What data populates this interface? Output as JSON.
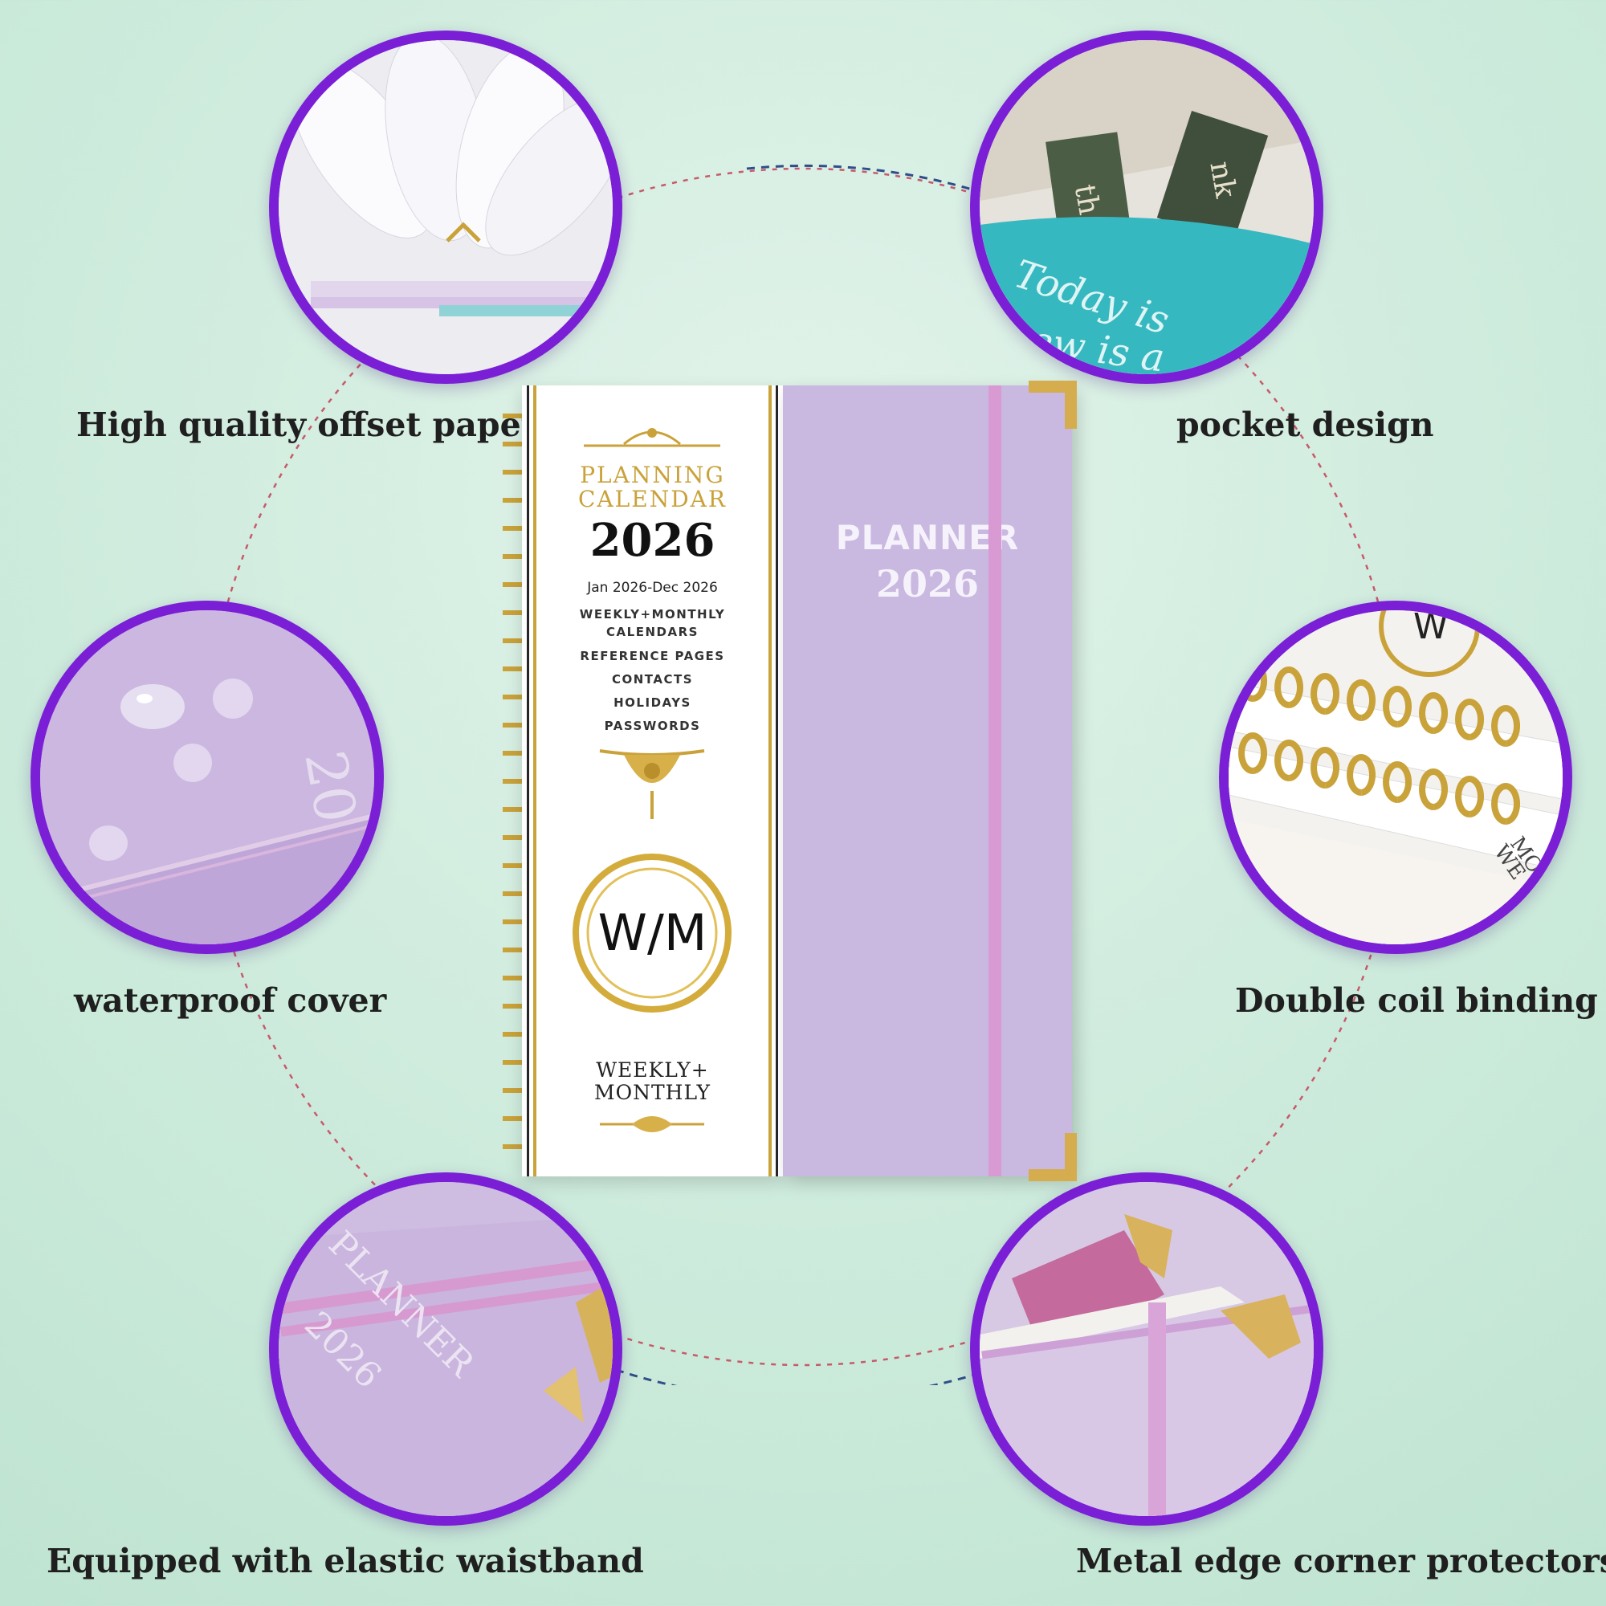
{
  "features": {
    "paper": "High quality offset paper",
    "pocket": "pocket design",
    "waterproof": "waterproof cover",
    "coil": "Double coil binding",
    "elastic": "Equipped with elastic waistband",
    "corners": "Metal edge corner protectors"
  },
  "pocket_photo_text": {
    "line1": "Today is",
    "line2": "new is a",
    "card1": "th",
    "card2": "nk"
  },
  "waterproof_photo_text": "20",
  "elastic_photo_text": {
    "line1": "PLANNER",
    "line2": "2026"
  },
  "coil_photo_text": {
    "top": "W",
    "line1": "WE",
    "line2": "MO"
  },
  "cover": {
    "title_line1": "PLANNING",
    "title_line2": "CALENDAR",
    "year": "2026",
    "range": "Jan 2026-Dec 2026",
    "items": [
      "WEEKLY+MONTHLY",
      "CALENDARS",
      "REFERENCE PAGES",
      "CONTACTS",
      "HOLIDAYS",
      "PASSWORDS"
    ],
    "badge": "W/M",
    "bottom_line1": "WEEKLY+",
    "bottom_line2": "MONTHLY",
    "front_title": "PLANNER",
    "front_year": "2026"
  },
  "colors": {
    "accent_ring": "#7a1fd6",
    "lavender": "#c9b8e0",
    "gold": "#c9a23a"
  }
}
